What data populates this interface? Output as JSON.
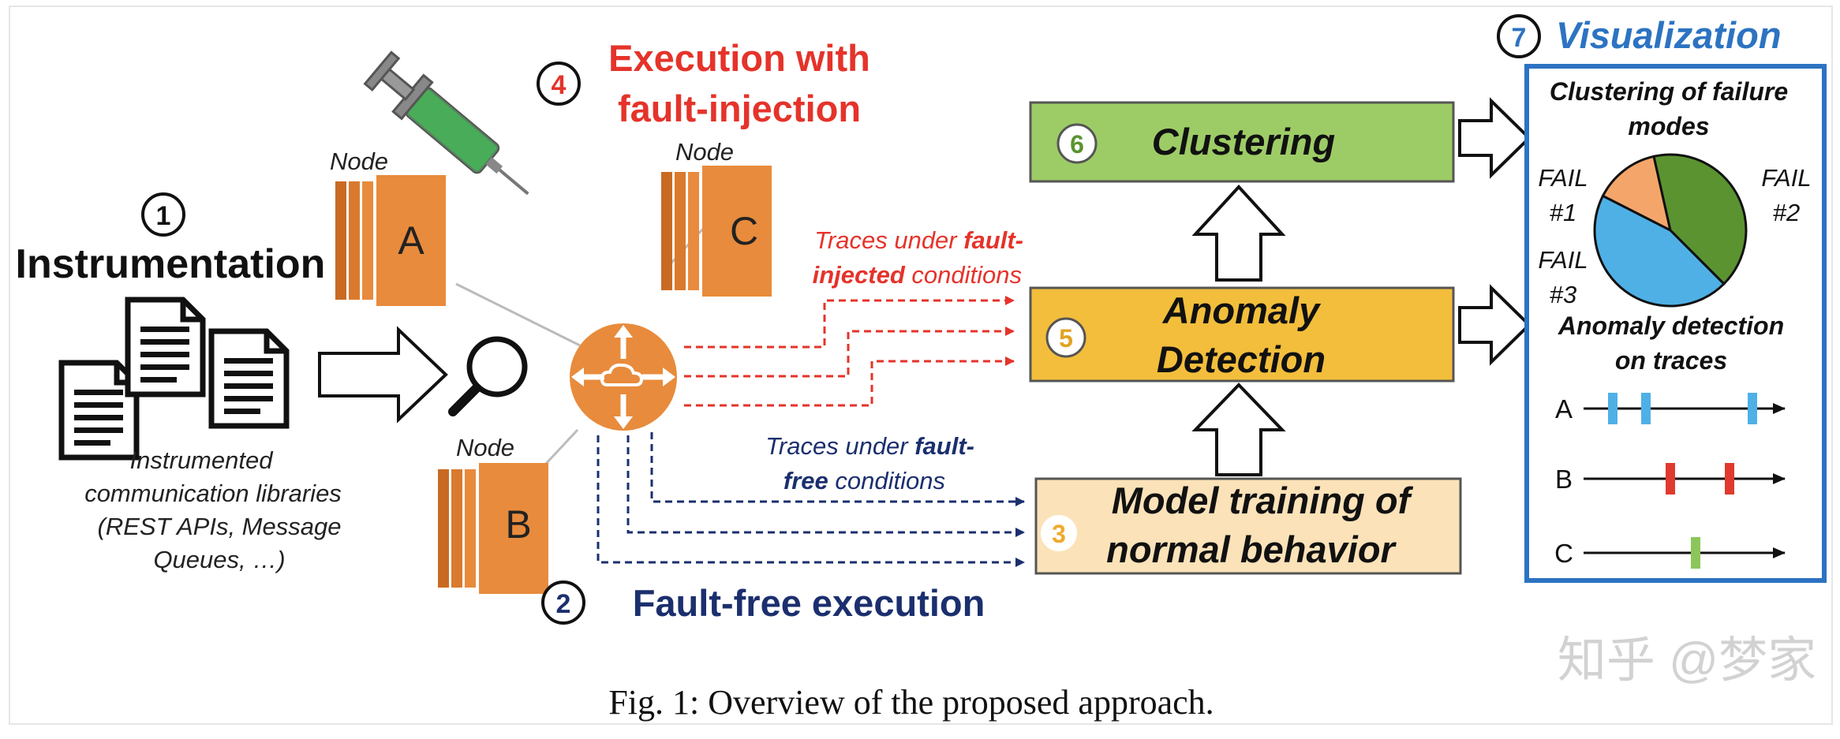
{
  "steps": {
    "instrumentation": {
      "num": "1",
      "title": "Instrumentation"
    },
    "fault_free": {
      "num": "2",
      "title": "Fault-free execution"
    },
    "model_training": {
      "num": "3",
      "line1": "Model training of",
      "line2": "normal behavior"
    },
    "fault_injection": {
      "num": "4",
      "line1": "Execution with",
      "line2": "fault-injection"
    },
    "anomaly_detection": {
      "num": "5",
      "line1": "Anomaly",
      "line2": "Detection"
    },
    "clustering": {
      "num": "6",
      "title": "Clustering"
    },
    "visualization": {
      "num": "7",
      "title": "Visualization"
    }
  },
  "instrumented_libs": [
    "Instrumented",
    "communication libraries",
    "(REST APIs, Message",
    "Queues, …)"
  ],
  "nodes": [
    {
      "caption": "Node",
      "letter": "A"
    },
    {
      "caption": "Node",
      "letter": "B"
    },
    {
      "caption": "Node",
      "letter": "C"
    }
  ],
  "traces_fault_injected": {
    "l1a": "Traces under ",
    "l1b": "fault-",
    "l2a": "injected",
    "l2b": " conditions"
  },
  "traces_fault_free": {
    "l1a": "Traces under ",
    "l1b": "fault-",
    "l2a": "free",
    "l2b": " conditions"
  },
  "viz": {
    "clustering_title": [
      "Clustering of failure",
      "modes"
    ],
    "pie": [
      {
        "label_lines": [
          "FAIL",
          "#1"
        ],
        "fraction": 0.14,
        "color": "#f4a66a"
      },
      {
        "label_lines": [
          "FAIL",
          "#2"
        ],
        "fraction": 0.41,
        "color": "#5b9331"
      },
      {
        "label_lines": [
          "FAIL",
          "#3"
        ],
        "fraction": 0.45,
        "color": "#4fb0e6"
      }
    ],
    "anomaly_title": [
      "Anomaly detection",
      "on traces"
    ],
    "traces": [
      {
        "label": "A",
        "color": "#4fb0e6",
        "marks": 3
      },
      {
        "label": "B",
        "color": "#e03a2f",
        "marks": 2
      },
      {
        "label": "C",
        "color": "#8cc65a",
        "marks": 1
      }
    ]
  },
  "colors": {
    "orange": "#e88b3c",
    "orange_dark": "#b85f1c",
    "green_box": "#9dcc66",
    "yellow_box": "#f3be3c",
    "tan_box": "#fbe2b8",
    "red": "#e5332a",
    "navy": "#1b2f6e",
    "blue": "#2c73c2"
  },
  "watermark": "知乎 @梦家",
  "caption": "Fig. 1: Overview of the proposed approach."
}
